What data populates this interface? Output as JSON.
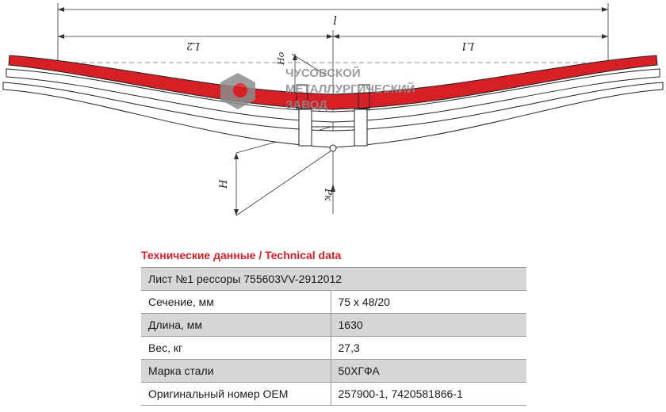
{
  "drawing": {
    "dimensions": {
      "total_length": "l",
      "left_length": "L2",
      "right_length": "L1",
      "arch_height": "Hо",
      "height": "H",
      "force": "Pк"
    },
    "logo": {
      "line1": "ЧУСОВСКОЙ",
      "line2": "МЕТАЛЛУРГИЧЕСКИЙ",
      "line3": "ЗАВОД"
    },
    "colors": {
      "leaf_highlight": "#d71f26",
      "accent_text": "#d42127",
      "row_shade": "#d6d6d6"
    }
  },
  "spec": {
    "title": "Технические данные / Technical data",
    "header": "Лист №1 рессоры 755603VV-2912012",
    "rows": [
      {
        "label": "Сечение, мм",
        "value": "75 x 48/20"
      },
      {
        "label": "Длина, мм",
        "value": "1630"
      },
      {
        "label": "Вес, кг",
        "value": "27,3"
      },
      {
        "label": "Марка стали",
        "value": "50ХГФА"
      },
      {
        "label": "Оригинальный номер OEM",
        "value": "257900-1, 7420581866-1"
      }
    ]
  }
}
